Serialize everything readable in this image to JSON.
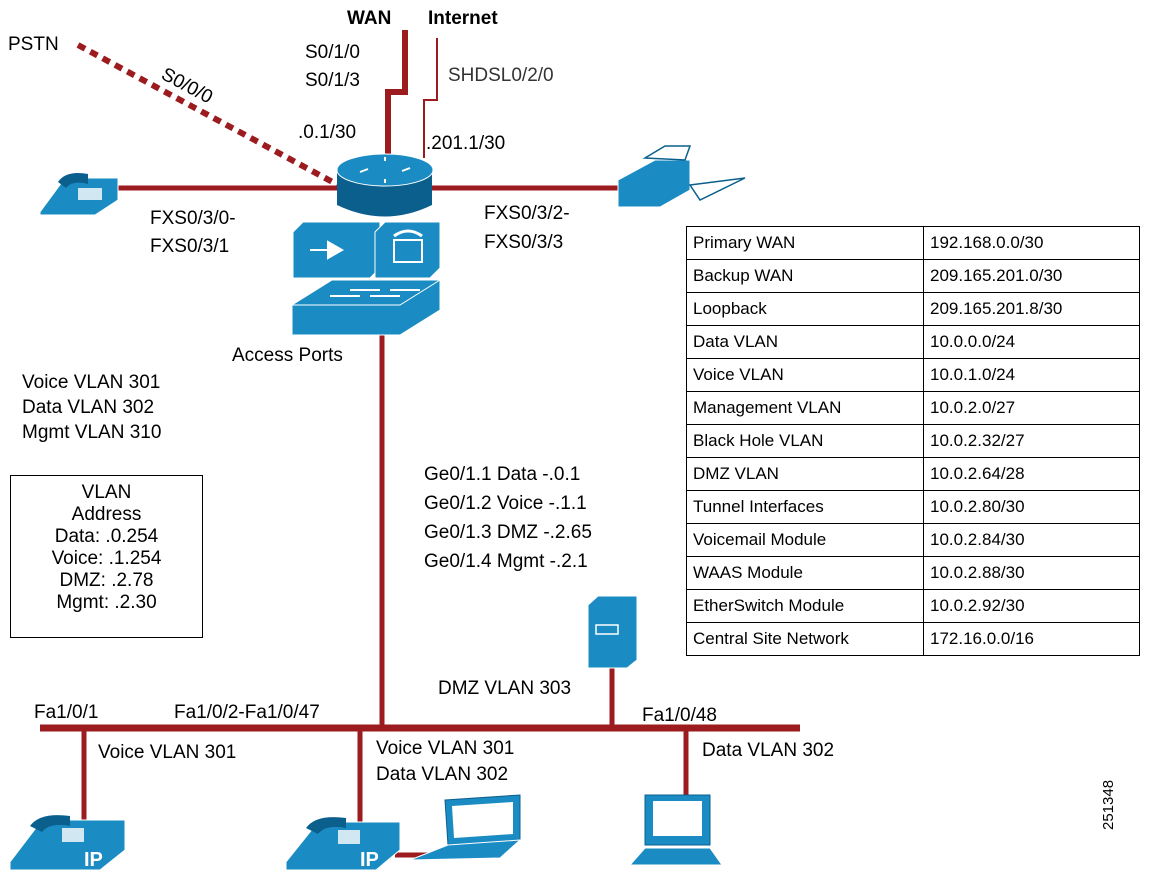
{
  "colors": {
    "link": "#9b1b1f",
    "device": "#1b8cc3",
    "device_dark": "#0b5f8c",
    "text": "#000000"
  },
  "router": {
    "wan_label": "WAN",
    "internet_label": "Internet",
    "wan_ports": [
      "S0/1/0",
      "S0/1/3"
    ],
    "shdsl_port": "SHDSL0/2/0",
    "pstn_label": "PSTN",
    "pstn_port": "S0/0/0",
    "wan_ip": ".0.1/30",
    "internet_ip": ".201.1/30",
    "fxs_left": [
      "FXS0/3/0-",
      "FXS0/3/1"
    ],
    "fxs_right": [
      "FXS0/3/2-",
      "FXS0/3/3"
    ],
    "access_ports": "Access Ports"
  },
  "trunk_vlans": [
    "Voice VLAN 301",
    "Data VLAN 302",
    "Mgmt VLAN 310"
  ],
  "subinterfaces": [
    "Ge0/1.1 Data -.0.1",
    "Ge0/1.2 Voice -.1.1",
    "Ge0/1.3 DMZ -.2.65",
    "Ge0/1.4 Mgmt -.2.1"
  ],
  "vlan_box": {
    "title": "VLAN",
    "subtitle": "Address",
    "lines": [
      "Data: .0.254",
      "Voice: .1.254",
      "DMZ: .2.78",
      "Mgmt: .2.30"
    ]
  },
  "address_table": [
    [
      "Primary WAN",
      "192.168.0.0/30"
    ],
    [
      "Backup WAN",
      "209.165.201.0/30"
    ],
    [
      "Loopback",
      "209.165.201.8/30"
    ],
    [
      "Data VLAN",
      "10.0.0.0/24"
    ],
    [
      "Voice VLAN",
      "10.0.1.0/24"
    ],
    [
      "Management VLAN",
      "10.0.2.0/27"
    ],
    [
      "Black Hole VLAN",
      "10.0.2.32/27"
    ],
    [
      "DMZ VLAN",
      "10.0.2.64/28"
    ],
    [
      "Tunnel Interfaces",
      "10.0.2.80/30"
    ],
    [
      "Voicemail Module",
      "10.0.2.84/30"
    ],
    [
      "WAAS Module",
      "10.0.2.88/30"
    ],
    [
      "EtherSwitch Module",
      "10.0.2.92/30"
    ],
    [
      "Central Site Network",
      "172.16.0.0/16"
    ]
  ],
  "lan": {
    "dmz_vlan": "DMZ VLAN 303",
    "port_1": "Fa1/0/1",
    "port_range": "Fa1/0/2-Fa1/0/47",
    "port_48": "Fa1/0/48",
    "phone1_vlan": "Voice VLAN 301",
    "phone2_vlans": [
      "Voice VLAN 301",
      "Data VLAN 302"
    ],
    "pc_vlan": "Data VLAN 302"
  },
  "ip_badge": "IP",
  "figure_id": "251348"
}
